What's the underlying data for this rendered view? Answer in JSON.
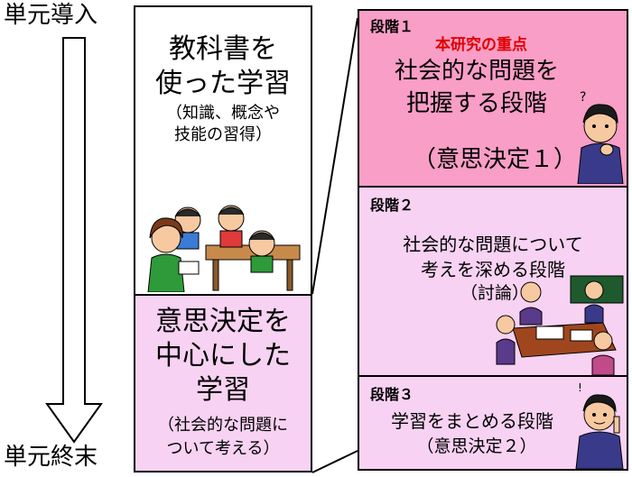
{
  "timeline": {
    "start_label": "単元導入",
    "end_label": "単元終末"
  },
  "left": {
    "top_title_1": "教科書を",
    "top_title_2": "使った学習",
    "top_sub_1": "（知識、概念や",
    "top_sub_2": "技能の習得）",
    "bottom_title_1": "意思決定を",
    "bottom_title_2": "中心にした",
    "bottom_title_3": "学習",
    "bottom_sub_1": "（社会的な問題に",
    "bottom_sub_2": "ついて考える）"
  },
  "stages": [
    {
      "heading": "段階１",
      "emphasis": "本研究の重点",
      "line1": "社会的な問題を",
      "line2": "把握する段階",
      "line3": "（意思決定１）"
    },
    {
      "heading": "段階２",
      "line1": "社会的な問題について",
      "line2": "考えを深める段階",
      "line3": "（討論）"
    },
    {
      "heading": "段階３",
      "line1": "学習をまとめる段階",
      "line2": "（意思決定２）"
    }
  ],
  "colors": {
    "stage1_bg": "#f99ec6",
    "stage_bg": "#f7d2f2",
    "left_bottom_bg": "#f7d2f2",
    "emphasis": "#e10000"
  }
}
